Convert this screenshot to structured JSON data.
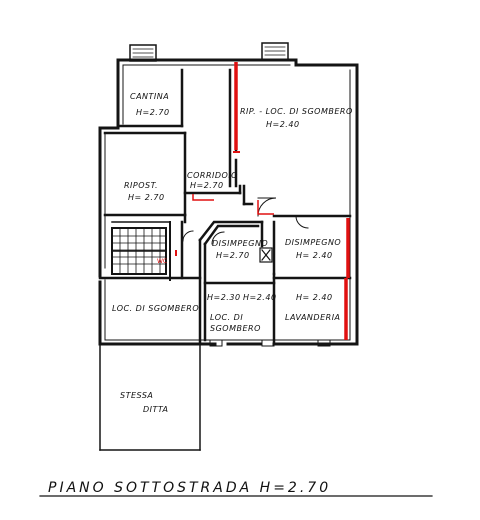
{
  "rooms": {
    "cantina": {
      "name": "CANTINA",
      "height": "H=2.70"
    },
    "rip_loc_sgombero": {
      "name": "RIP. - LOC. DI SGOMBERO",
      "height": "H=2.40"
    },
    "ripost": {
      "name": "RIPOST.",
      "height": "H= 2.70"
    },
    "corridoio": {
      "name": "CORRIDOIO",
      "height": "H=2.70"
    },
    "disimpegno_center": {
      "name": "DISIMPEGNO",
      "height": "H=2.70"
    },
    "disimpegno_right": {
      "name": "DISIMPEGNO",
      "height": "H= 2.40"
    },
    "wc": {
      "name": "WC"
    },
    "loc_sgombero_left": {
      "name": "LOC. DI SGOMBERO"
    },
    "loc_sgombero_center": {
      "name_line1": "LOC.   DI",
      "name_line2": "SGOMBERO",
      "height_a": "H=2.30",
      "height_b": "H=2.40"
    },
    "lavanderia": {
      "name": "LAVANDERIA",
      "height": "H= 2.40"
    },
    "stessa_ditta": {
      "line1": "STESSA",
      "line2": "DITTA"
    }
  },
  "title": "PIANO  SOTTOSTRADA  H=2.70",
  "colors": {
    "ink": "#141414",
    "highlight": "#e01010",
    "paper": "#ffffff"
  }
}
